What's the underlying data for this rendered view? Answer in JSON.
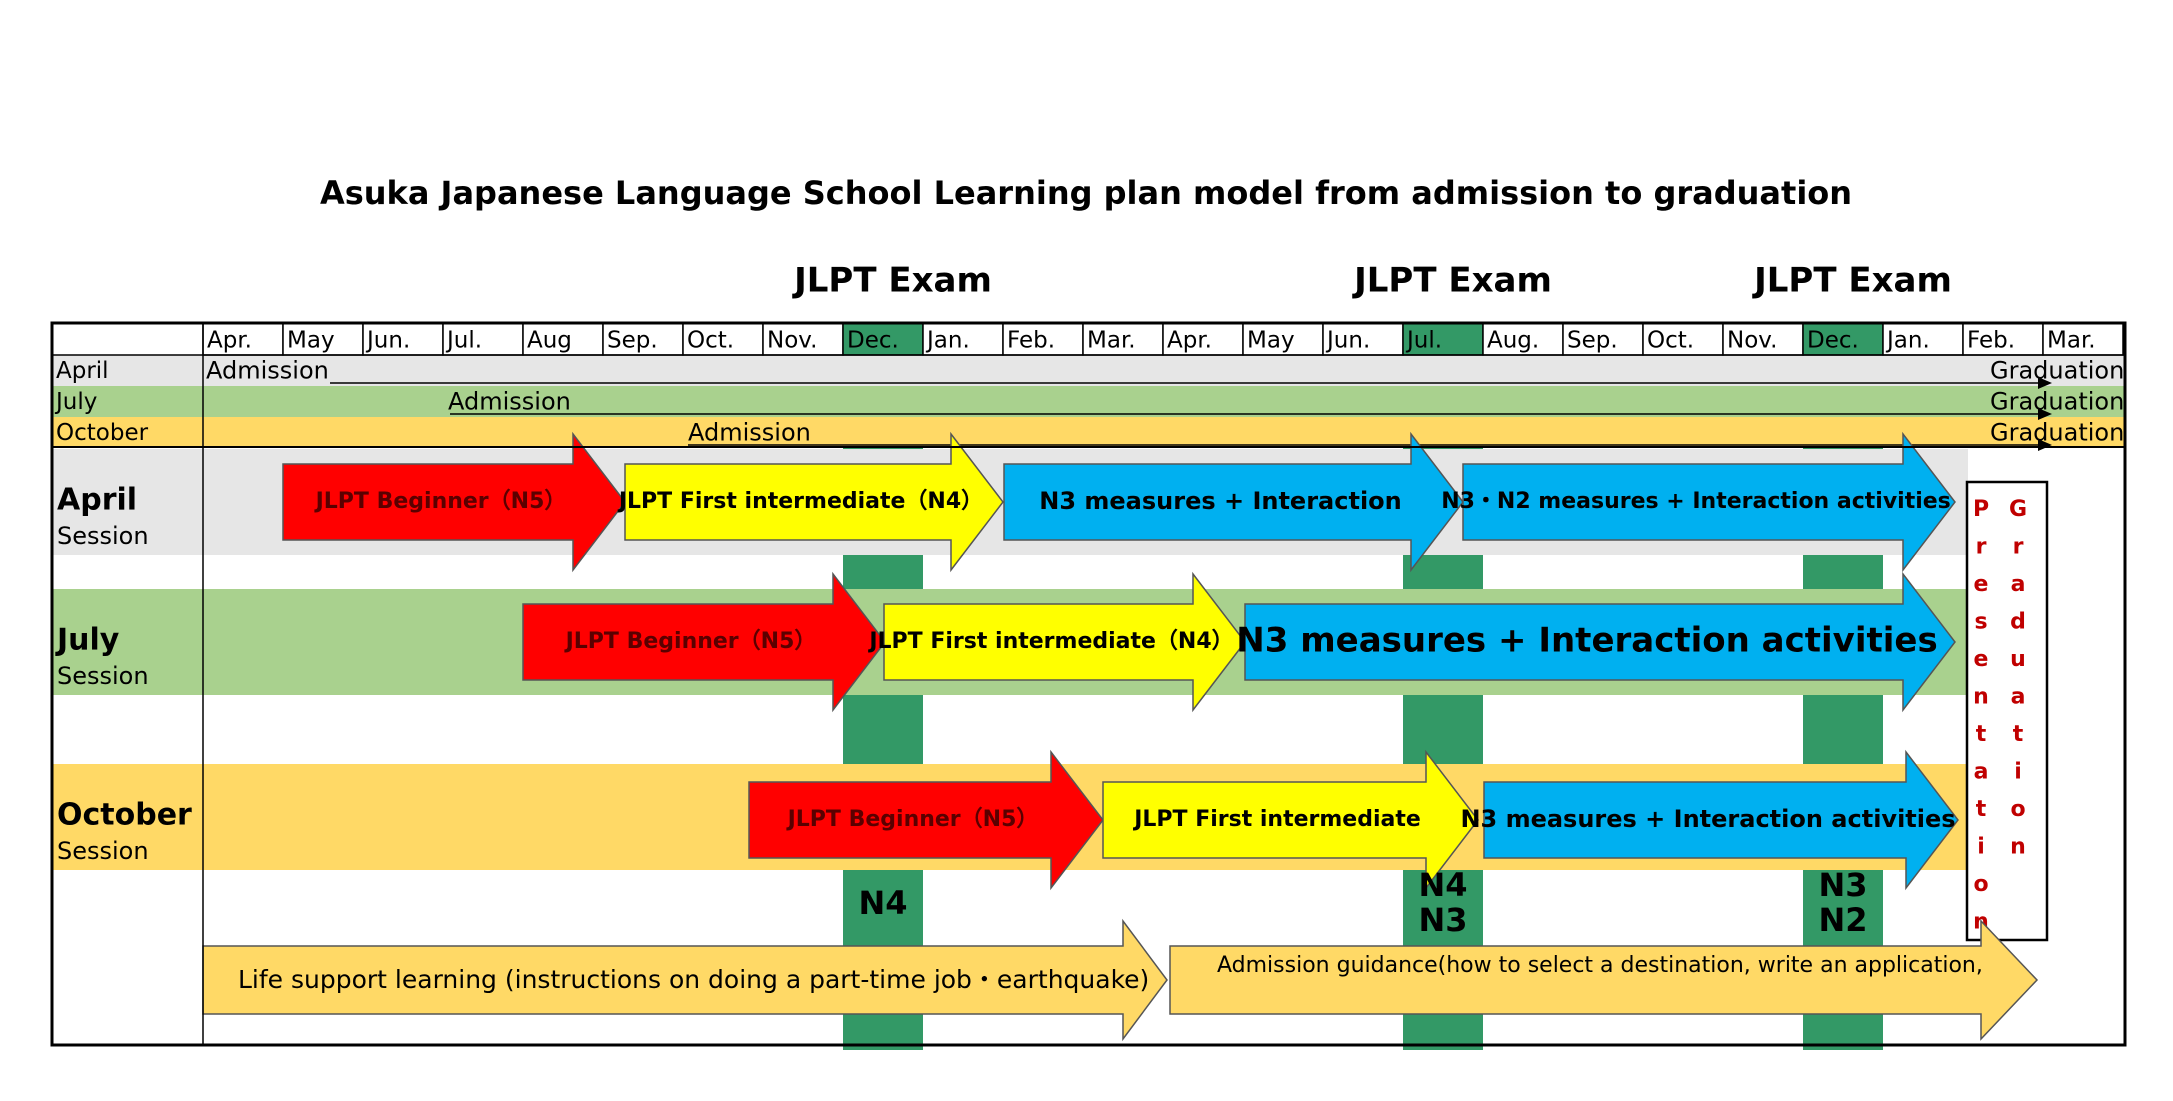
{
  "title": "Asuka Japanese Language School  Learning plan model from admission to graduation",
  "exam_label": "JLPT Exam",
  "months": [
    "Apr.",
    "May",
    "Jun.",
    "Jul.",
    "Aug",
    "Sep.",
    "Oct.",
    "Nov.",
    "Dec.",
    "Jan.",
    "Feb.",
    "Mar.",
    "Apr.",
    "May",
    "Jun.",
    "Jul.",
    "Aug.",
    "Sep.",
    "Oct.",
    "Nov.",
    "Dec.",
    "Jan.",
    "Feb.",
    "Mar."
  ],
  "exam_month_indices": [
    8,
    15,
    20
  ],
  "admission_rows": [
    {
      "name": "April",
      "admission": "Admission",
      "graduation": "Graduation",
      "color": "#e6e6e6"
    },
    {
      "name": "July",
      "admission": "Admission",
      "graduation": "Graduation",
      "color": "#a9d18e"
    },
    {
      "name": "October",
      "admission": "Admission",
      "graduation": "Graduation",
      "color": "#ffd966"
    }
  ],
  "sessions": [
    {
      "name": "April",
      "suffix": "Session",
      "color": "#e6e6e6",
      "arrows": [
        "JLPT Beginner（N5）",
        "JLPT First intermediate（N4）",
        "N3 measures + Interaction",
        "N3・N2 measures + Interaction activities"
      ]
    },
    {
      "name": "July",
      "suffix": "Session",
      "color": "#a9d18e",
      "arrows": [
        "JLPT Beginner（N5）",
        "JLPT First intermediate（N4）",
        "N3 measures + Interaction activities"
      ]
    },
    {
      "name": "October",
      "suffix": "Session",
      "color": "#ffd966",
      "arrows": [
        "JLPT Beginner（N5）",
        "JLPT First intermediate",
        "N3 measures + Interaction activities"
      ]
    }
  ],
  "exam_levels": [
    [
      "N4"
    ],
    [
      "N4",
      "N3"
    ],
    [
      "N3",
      "N2"
    ]
  ],
  "vertical_texts": {
    "presentation": "Presentation",
    "graduation": "Graduation"
  },
  "life_support": "Life support learning (instructions on doing a part-time job・earthquake)",
  "admission_guidance": "Admission guidance(how to select a destination, write an application,",
  "colors": {
    "red": "#ff0000",
    "yellow": "#ffff00",
    "blue": "#00b0f0",
    "exam_green": "#339966",
    "grey": "#e6e6e6",
    "green": "#a9d18e",
    "orange": "#ffd966",
    "presentation_text": "#c00000"
  }
}
